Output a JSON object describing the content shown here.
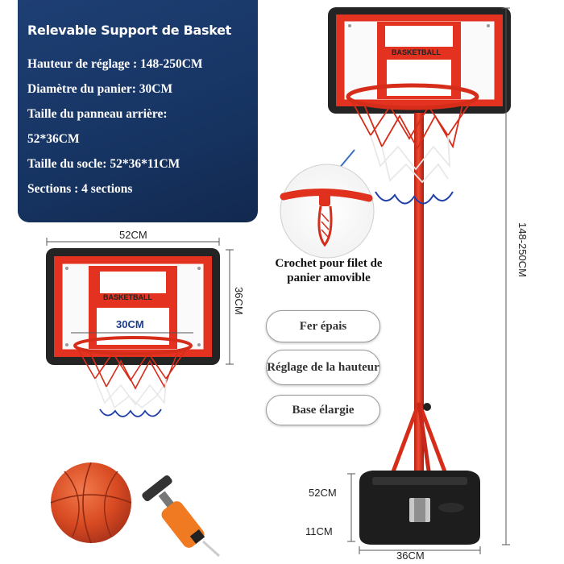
{
  "info": {
    "title": "Relevable Support de Basket",
    "specs": [
      "Hauteur de réglage : 148-250CM",
      "Diamètre du panier: 30CM",
      "Taille du panneau arrière:",
      "52*36CM",
      "Taille du socle: 52*36*11CM",
      "Sections : 4 sections"
    ]
  },
  "small_board": {
    "width_label": "52CM",
    "height_label": "36CM",
    "text": "BASKETBALL",
    "rim_label": "30CM"
  },
  "large_board": {
    "text": "BASKETBALL"
  },
  "hook": {
    "caption": "Crochet pour filet de panier amovible"
  },
  "features": [
    "Fer épais",
    "Réglage de la hauteur",
    "Base élargie"
  ],
  "dimensions": {
    "total_height": "148-250CM",
    "base_depth": "52CM",
    "base_height": "11CM",
    "base_width": "36CM"
  },
  "colors": {
    "panel_bg": "#173564",
    "board_red": "#e3321f",
    "pole_red": "#e0301e",
    "base_black": "#1d1d1d"
  }
}
